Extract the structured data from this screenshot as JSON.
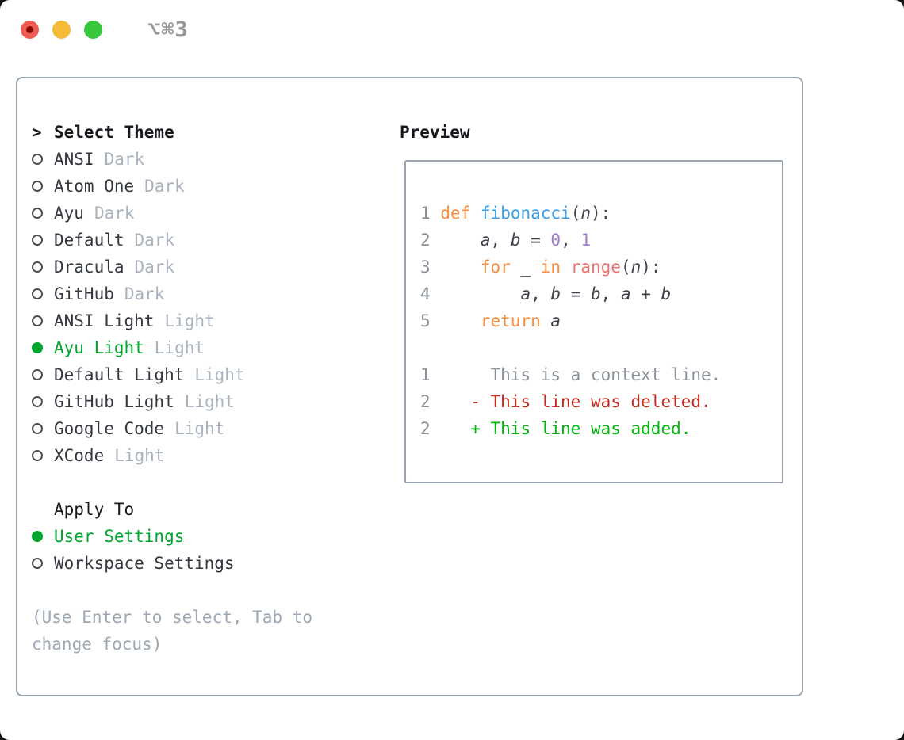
{
  "window": {
    "title": "⌥⌘3"
  },
  "colors": {
    "vars": {
      "green": "#00a52e",
      "dark": "#15181d",
      "name": "#34383f",
      "suffix": "#a9b2bd",
      "hint": "#9ca7b3",
      "border": "#9aa3ae",
      "title": "#97979c",
      "tl-red": "#ee5b51",
      "tl-red-dot": "#870b02",
      "tl-yellow": "#f5bb38",
      "tl-green": "#37c63e"
    },
    "code": {
      "kw": "#fa8d3e",
      "fn": "#399ee6",
      "call": "#f07171",
      "num": "#a37acc",
      "plain": "#3e434b",
      "var": "#3e434b",
      "linenum": "#8a9199",
      "ctx": "#8a9199",
      "del": "#c5281c",
      "add": "#00b80a"
    }
  },
  "panel": {
    "select_header": {
      "marker": ">",
      "label": "Select Theme"
    },
    "themes": [
      {
        "name": "ANSI",
        "variant": "Dark",
        "selected": false
      },
      {
        "name": "Atom One",
        "variant": "Dark",
        "selected": false
      },
      {
        "name": "Ayu",
        "variant": "Dark",
        "selected": false
      },
      {
        "name": "Default",
        "variant": "Dark",
        "selected": false
      },
      {
        "name": "Dracula",
        "variant": "Dark",
        "selected": false
      },
      {
        "name": "GitHub",
        "variant": "Dark",
        "selected": false
      },
      {
        "name": "ANSI Light",
        "variant": "Light",
        "selected": false
      },
      {
        "name": "Ayu Light",
        "variant": "Light",
        "selected": true
      },
      {
        "name": "Default Light",
        "variant": "Light",
        "selected": false
      },
      {
        "name": "GitHub Light",
        "variant": "Light",
        "selected": false
      },
      {
        "name": "Google Code",
        "variant": "Light",
        "selected": false
      },
      {
        "name": "XCode",
        "variant": "Light",
        "selected": false
      }
    ],
    "apply": {
      "header": "Apply To",
      "options": [
        {
          "name": "User Settings",
          "selected": true
        },
        {
          "name": "Workspace Settings",
          "selected": false
        }
      ]
    },
    "hint": "(Use Enter to select, Tab to change focus)"
  },
  "preview": {
    "title": "Preview",
    "lines": [
      {
        "num": "1",
        "segs": [
          {
            "t": " ",
            "c": "plain"
          },
          {
            "t": "def",
            "c": "kw"
          },
          {
            "t": " ",
            "c": "plain"
          },
          {
            "t": "fibonacci",
            "c": "fn"
          },
          {
            "t": "(",
            "c": "plain"
          },
          {
            "t": "n",
            "c": "var"
          },
          {
            "t": "):",
            "c": "plain"
          }
        ]
      },
      {
        "num": "2",
        "segs": [
          {
            "t": "     ",
            "c": "plain"
          },
          {
            "t": "a",
            "c": "var"
          },
          {
            "t": ", ",
            "c": "plain"
          },
          {
            "t": "b",
            "c": "var"
          },
          {
            "t": " = ",
            "c": "plain"
          },
          {
            "t": "0",
            "c": "num"
          },
          {
            "t": ", ",
            "c": "plain"
          },
          {
            "t": "1",
            "c": "num"
          }
        ]
      },
      {
        "num": "3",
        "segs": [
          {
            "t": "     ",
            "c": "plain"
          },
          {
            "t": "for",
            "c": "kw"
          },
          {
            "t": " ",
            "c": "plain"
          },
          {
            "t": "_",
            "c": "var"
          },
          {
            "t": " ",
            "c": "plain"
          },
          {
            "t": "in",
            "c": "kw"
          },
          {
            "t": " ",
            "c": "plain"
          },
          {
            "t": "range",
            "c": "call"
          },
          {
            "t": "(",
            "c": "plain"
          },
          {
            "t": "n",
            "c": "var"
          },
          {
            "t": "):",
            "c": "plain"
          }
        ]
      },
      {
        "num": "4",
        "segs": [
          {
            "t": "         ",
            "c": "plain"
          },
          {
            "t": "a",
            "c": "var"
          },
          {
            "t": ", ",
            "c": "plain"
          },
          {
            "t": "b",
            "c": "var"
          },
          {
            "t": " = ",
            "c": "plain"
          },
          {
            "t": "b",
            "c": "var"
          },
          {
            "t": ", ",
            "c": "plain"
          },
          {
            "t": "a",
            "c": "var"
          },
          {
            "t": " + ",
            "c": "plain"
          },
          {
            "t": "b",
            "c": "var"
          }
        ]
      },
      {
        "num": "5",
        "segs": [
          {
            "t": "     ",
            "c": "plain"
          },
          {
            "t": "return",
            "c": "kw"
          },
          {
            "t": " ",
            "c": "plain"
          },
          {
            "t": "a",
            "c": "var"
          }
        ]
      },
      {
        "num": "",
        "segs": []
      },
      {
        "num": "1",
        "segs": [
          {
            "t": "      This is a context line.",
            "c": "ctx"
          }
        ]
      },
      {
        "num": "2",
        "segs": [
          {
            "t": "    - This line was deleted.",
            "c": "del"
          }
        ]
      },
      {
        "num": "2",
        "segs": [
          {
            "t": "    + This line was added.",
            "c": "add"
          }
        ]
      }
    ]
  }
}
